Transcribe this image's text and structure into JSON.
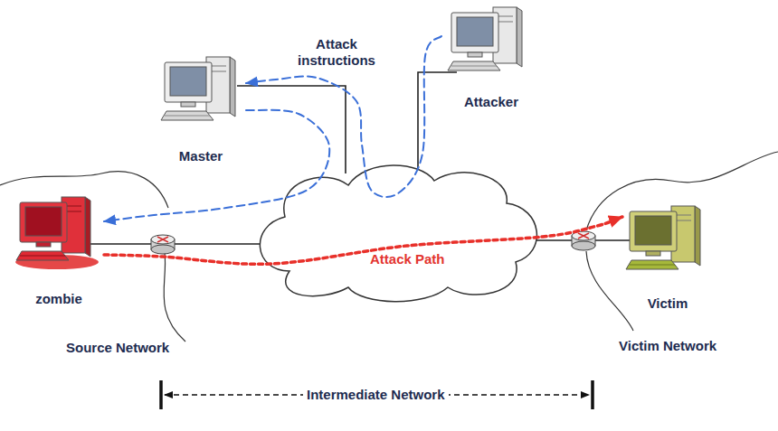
{
  "diagram": {
    "nodes": [
      {
        "text": [
          "Attacker"
        ]
      },
      {
        "text": [
          "Master"
        ]
      },
      {
        "text": [
          "zombie"
        ]
      },
      {
        "text": [
          "Victim"
        ]
      }
    ],
    "edges": [
      {
        "from": 0,
        "to": 1,
        "label": "Attack instructions",
        "arrow": "to"
      },
      {
        "from": 1,
        "to": 2,
        "arrow": "to"
      },
      {
        "from": 2,
        "to": 3,
        "label": "Attack Path",
        "arrow": "to"
      }
    ],
    "labels": [
      "Source Network",
      "Victim Network",
      "Intermediate Network"
    ]
  }
}
